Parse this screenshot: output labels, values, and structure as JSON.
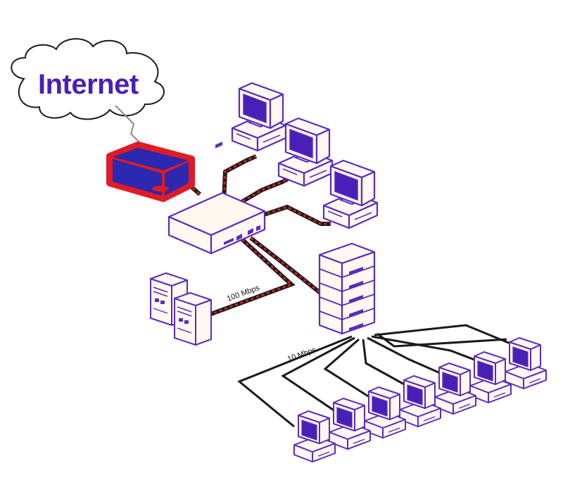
{
  "diagram": {
    "cloud_label": "Internet",
    "labels": {
      "fast_link": "100 Mbps",
      "slow_link": "10 Mbps"
    }
  },
  "colors": {
    "outline": "#5b2bbf",
    "screen": "#4a1fb8",
    "cloud_text": "#4a1fb8",
    "router_fill": "#2c28b0",
    "router_border": "#e01b24",
    "cable_dark": "#1a1a1a",
    "cable_red": "#d42020",
    "device_fill": "#fff8f0",
    "bg": "#ffffff"
  },
  "icons": [
    "internet-cloud-icon",
    "router-icon",
    "switch-icon",
    "hub-stack-icon",
    "server-tower-icon",
    "workstation-icon",
    "desktop-pc-icon"
  ]
}
